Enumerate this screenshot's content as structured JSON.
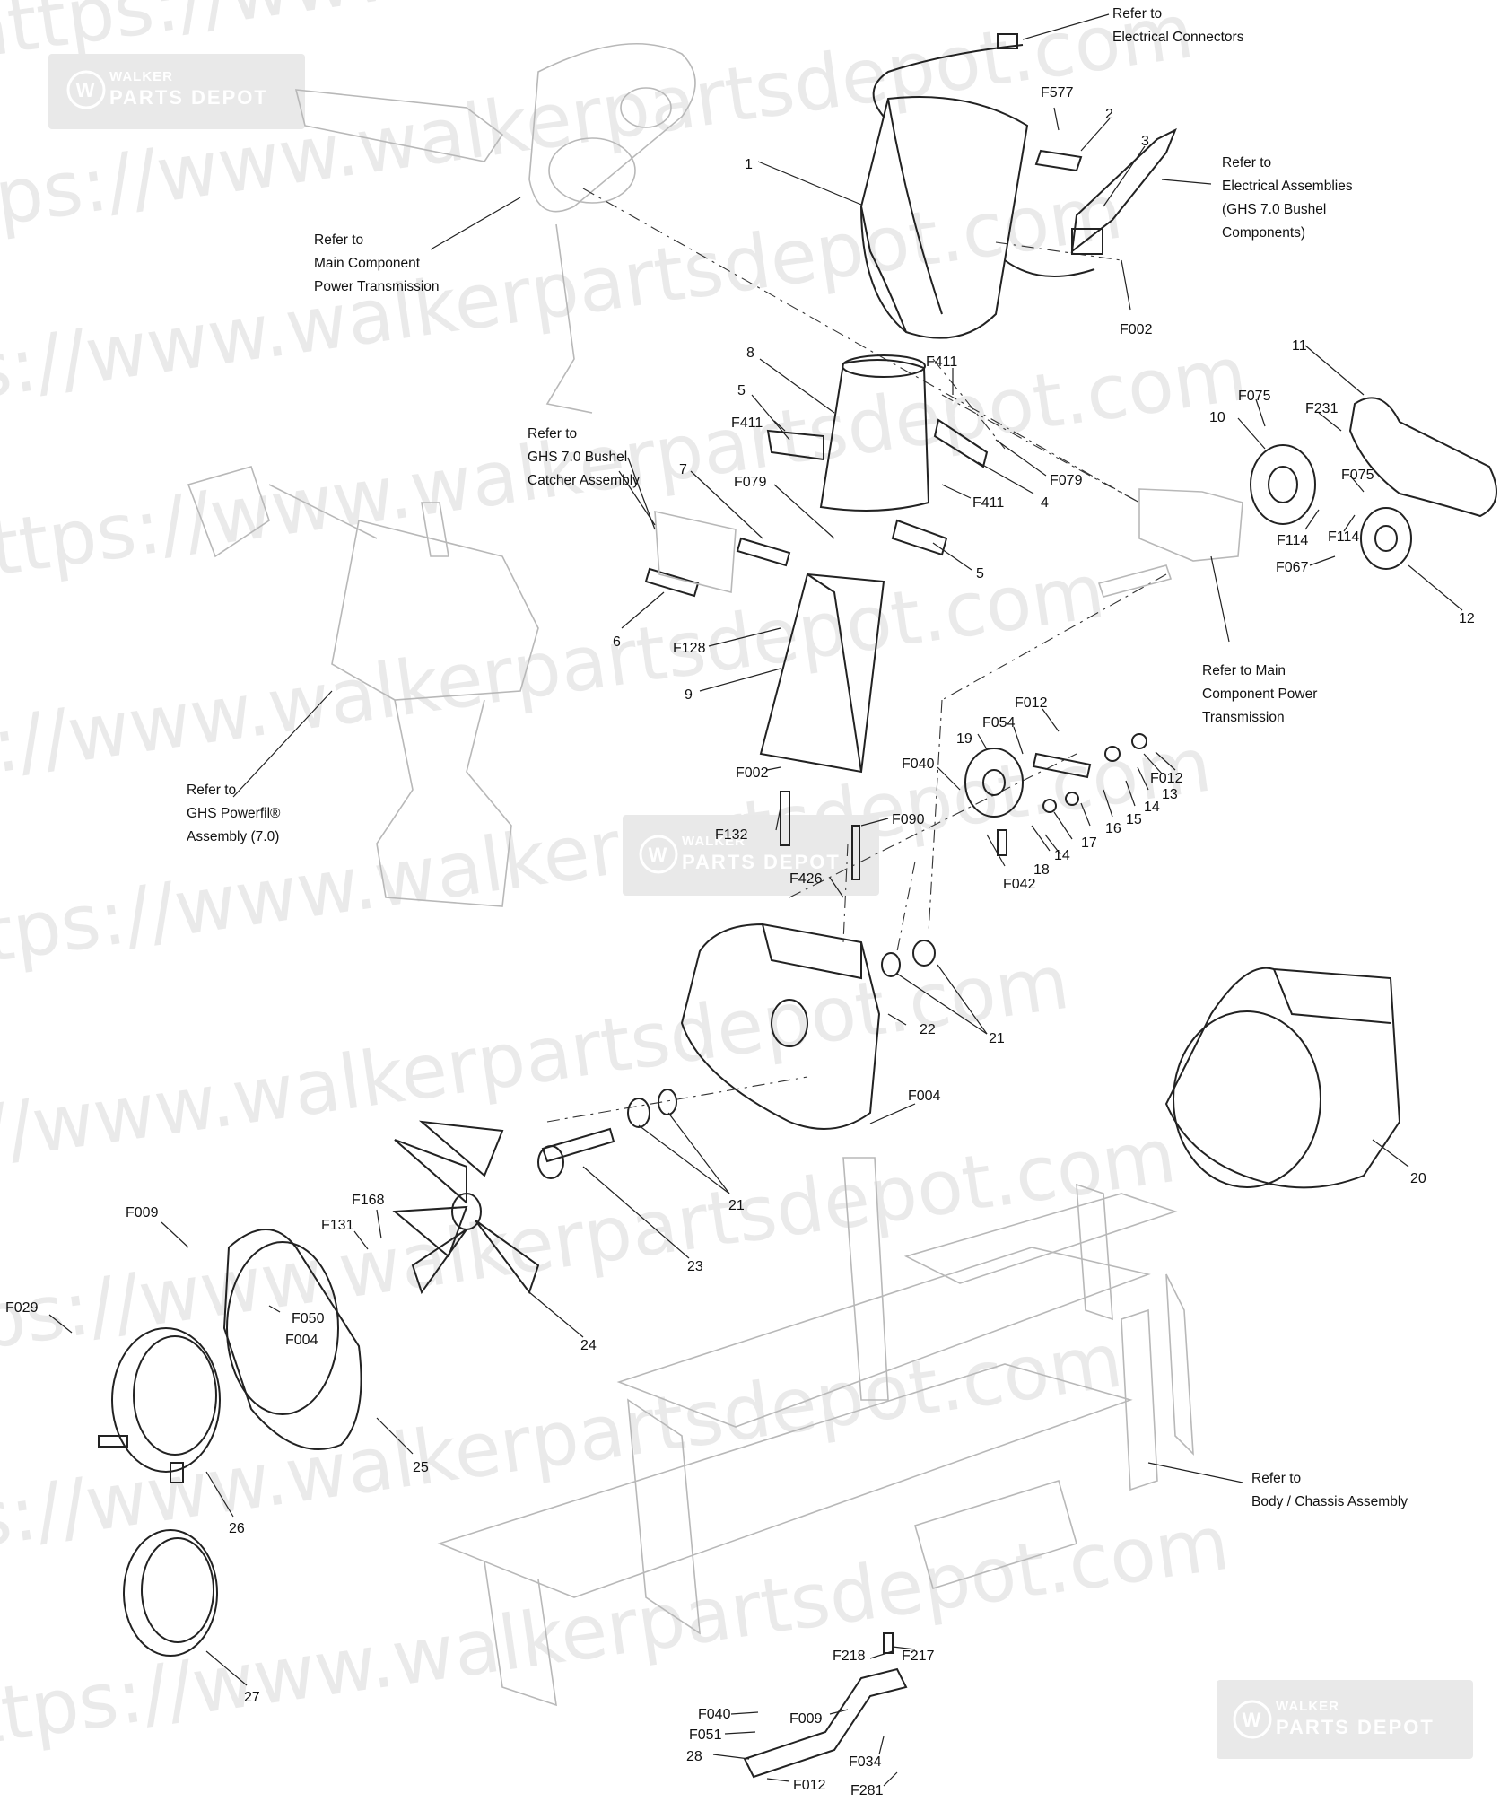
{
  "watermark": {
    "text": "https://www.walkerpartsdepot.com",
    "badge_line1": "WALKER",
    "badge_line2": "PARTS DEPOT",
    "badge_glyph": "W"
  },
  "references": {
    "electrical_connectors": [
      "Refer to",
      "Electrical Connectors"
    ],
    "electrical_assemblies": [
      "Refer to",
      "Electrical Assemblies",
      "(GHS 7.0 Bushel",
      "Components)"
    ],
    "main_component_power_transmission_top": [
      "Refer to",
      "Main Component",
      "Power Transmission"
    ],
    "ghs_bushel_catcher": [
      "Refer to",
      "GHS 7.0 Bushel",
      "Catcher Assembly"
    ],
    "ghs_powerfil": [
      "Refer to",
      "GHS Powerfil®",
      "Assembly (7.0)"
    ],
    "main_component_power_transmission_mid": [
      "Refer to Main",
      "Component Power",
      "Transmission"
    ],
    "body_chassis": [
      "Refer to",
      "Body / Chassis Assembly"
    ]
  },
  "callouts": {
    "c1": "1",
    "c2": "2",
    "c3": "3",
    "c4": "4",
    "c5a": "5",
    "c5b": "5",
    "c6": "6",
    "c7": "7",
    "c8": "8",
    "c9": "9",
    "c10": "10",
    "c11": "11",
    "c12": "12",
    "c13": "13",
    "c14a": "14",
    "c14b": "14",
    "c15": "15",
    "c16": "16",
    "c17": "17",
    "c18": "18",
    "c19": "19",
    "c20": "20",
    "c21a": "21",
    "c21b": "21",
    "c22": "22",
    "c23": "23",
    "c24": "24",
    "c25": "25",
    "c26": "26",
    "c27": "27",
    "c28": "28",
    "f577": "F577",
    "f002a": "F002",
    "f002b": "F002",
    "f411a": "F411",
    "f411b": "F411",
    "f411c": "F411",
    "f079a": "F079",
    "f079b": "F079",
    "f075a": "F075",
    "f075b": "F075",
    "f231": "F231",
    "f114a": "F114",
    "f114b": "F114",
    "f067": "F067",
    "f128": "F128",
    "f012a": "F012",
    "f012b": "F012",
    "f012c": "F012",
    "f054": "F054",
    "f040a": "F040",
    "f040b": "F040",
    "f042": "F042",
    "f132": "F132",
    "f090": "F090",
    "f426": "F426",
    "f004a": "F004",
    "f004b": "F004",
    "f168": "F168",
    "f131": "F131",
    "f009a": "F009",
    "f009b": "F009",
    "f050": "F050",
    "f029": "F029",
    "f218": "F218",
    "f217": "F217",
    "f051": "F051",
    "f034": "F034",
    "f281": "F281"
  }
}
